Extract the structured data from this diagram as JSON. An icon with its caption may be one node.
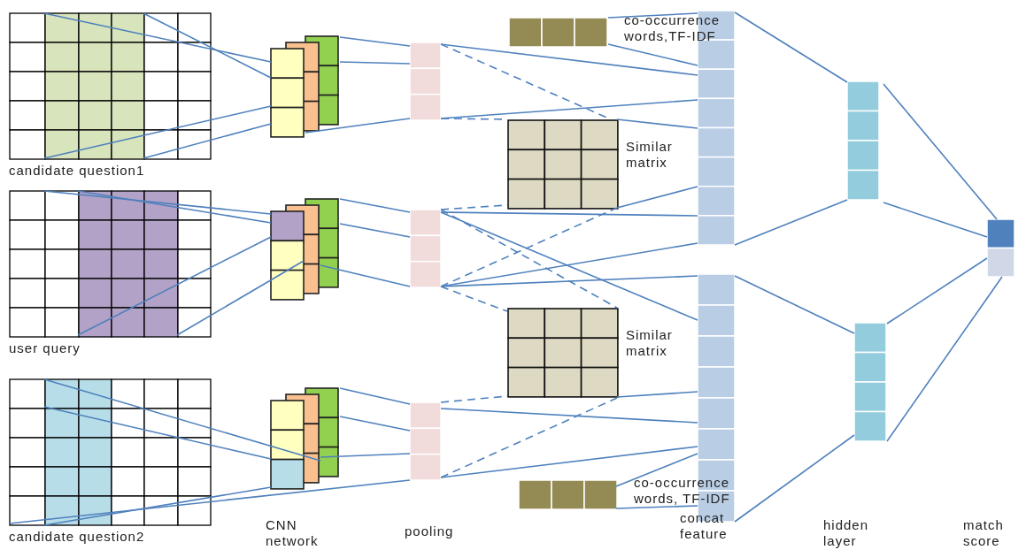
{
  "diagram": {
    "nodes": [
      {
        "text": [
          "candidate question1"
        ]
      },
      {
        "text": [],
        "shape": "box"
      },
      {
        "text": [],
        "shape": "bar"
      },
      {
        "text": [
          "co-occurrence words,TF-IDF"
        ]
      },
      {
        "text": [
          "Similar matrix"
        ]
      },
      {
        "text": [
          "user query"
        ]
      },
      {
        "text": [],
        "shape": "box"
      },
      {
        "text": [],
        "shape": "bar"
      },
      {
        "text": [
          "Similar matrix"
        ]
      },
      {
        "text": [
          "candidate question2"
        ]
      },
      {
        "text": [],
        "shape": "box"
      },
      {
        "text": [],
        "shape": "bar"
      },
      {
        "text": [
          "co-occurrence words, TF-IDF"
        ]
      },
      {
        "text": [],
        "shape": "bar"
      },
      {
        "text": [],
        "shape": "bar"
      },
      {
        "text": [],
        "shape": "bar"
      },
      {
        "text": [],
        "shape": "bar"
      },
      {
        "text": [],
        "shape": "bar"
      }
    ],
    "edges": [
      {
        "from": 0,
        "to": 1,
        "arrow": "none"
      },
      {
        "from": 0,
        "to": 1,
        "arrow": "none"
      },
      {
        "from": 0,
        "to": 1,
        "arrow": "none"
      },
      {
        "from": 0,
        "to": 1,
        "arrow": "none"
      },
      {
        "from": 1,
        "to": 2,
        "arrow": "none"
      },
      {
        "from": 1,
        "to": 2,
        "arrow": "none"
      },
      {
        "from": 1,
        "to": 2,
        "arrow": "none"
      },
      {
        "from": 5,
        "to": 6,
        "arrow": "none"
      },
      {
        "from": 5,
        "to": 6,
        "arrow": "none"
      },
      {
        "from": 5,
        "to": 6,
        "arrow": "none"
      },
      {
        "from": 5,
        "to": 6,
        "arrow": "none"
      },
      {
        "from": 6,
        "to": 7,
        "arrow": "none"
      },
      {
        "from": 6,
        "to": 7,
        "arrow": "none"
      },
      {
        "from": 6,
        "to": 7,
        "arrow": "none"
      },
      {
        "from": 9,
        "to": 10,
        "arrow": "none"
      },
      {
        "from": 9,
        "to": 10,
        "arrow": "none"
      },
      {
        "from": 9,
        "to": 10,
        "arrow": "none"
      },
      {
        "from": 9,
        "to": 11,
        "arrow": "none"
      },
      {
        "from": 10,
        "to": 11,
        "arrow": "none"
      },
      {
        "from": 10,
        "to": 11,
        "arrow": "none"
      },
      {
        "from": 10,
        "to": 11,
        "arrow": "none"
      },
      {
        "from": 2,
        "to": 4,
        "arrow": "none",
        "style": "dashed"
      },
      {
        "from": 2,
        "to": 4,
        "arrow": "none",
        "style": "dashed"
      },
      {
        "from": 7,
        "to": 4,
        "arrow": "none",
        "style": "dashed"
      },
      {
        "from": 7,
        "to": 4,
        "arrow": "none",
        "style": "dashed"
      },
      {
        "from": 7,
        "to": 8,
        "arrow": "none",
        "style": "dashed"
      },
      {
        "from": 7,
        "to": 8,
        "arrow": "none",
        "style": "dashed"
      },
      {
        "from": 11,
        "to": 8,
        "arrow": "none",
        "style": "dashed"
      },
      {
        "from": 11,
        "to": 8,
        "arrow": "none",
        "style": "dashed"
      },
      {
        "from": 2,
        "to": 13,
        "arrow": "none"
      },
      {
        "from": 2,
        "to": 13,
        "arrow": "none"
      },
      {
        "from": 3,
        "to": 13,
        "arrow": "none"
      },
      {
        "from": 3,
        "to": 13,
        "arrow": "none"
      },
      {
        "from": 4,
        "to": 13,
        "arrow": "none"
      },
      {
        "from": 4,
        "to": 13,
        "arrow": "none"
      },
      {
        "from": 7,
        "to": 13,
        "arrow": "none"
      },
      {
        "from": 7,
        "to": 13,
        "arrow": "none"
      },
      {
        "from": 7,
        "to": 14,
        "arrow": "none"
      },
      {
        "from": 7,
        "to": 14,
        "arrow": "none"
      },
      {
        "from": 8,
        "to": 14,
        "arrow": "none"
      },
      {
        "from": 11,
        "to": 14,
        "arrow": "none"
      },
      {
        "from": 11,
        "to": 14,
        "arrow": "none"
      },
      {
        "from": 12,
        "to": 14,
        "arrow": "none"
      },
      {
        "from": 12,
        "to": 14,
        "arrow": "none"
      },
      {
        "from": 13,
        "to": 15,
        "arrow": "none"
      },
      {
        "from": 13,
        "to": 15,
        "arrow": "none"
      },
      {
        "from": 14,
        "to": 16,
        "arrow": "none"
      },
      {
        "from": 14,
        "to": 16,
        "arrow": "none"
      },
      {
        "from": 15,
        "to": 17,
        "arrow": "none"
      },
      {
        "from": 15,
        "to": 17,
        "arrow": "none"
      },
      {
        "from": 16,
        "to": 17,
        "arrow": "none"
      },
      {
        "from": 16,
        "to": 17,
        "arrow": "none"
      }
    ],
    "labels": [
      "CNN network",
      "pooling",
      "concat feature",
      "hidden layer",
      "match score"
    ]
  }
}
